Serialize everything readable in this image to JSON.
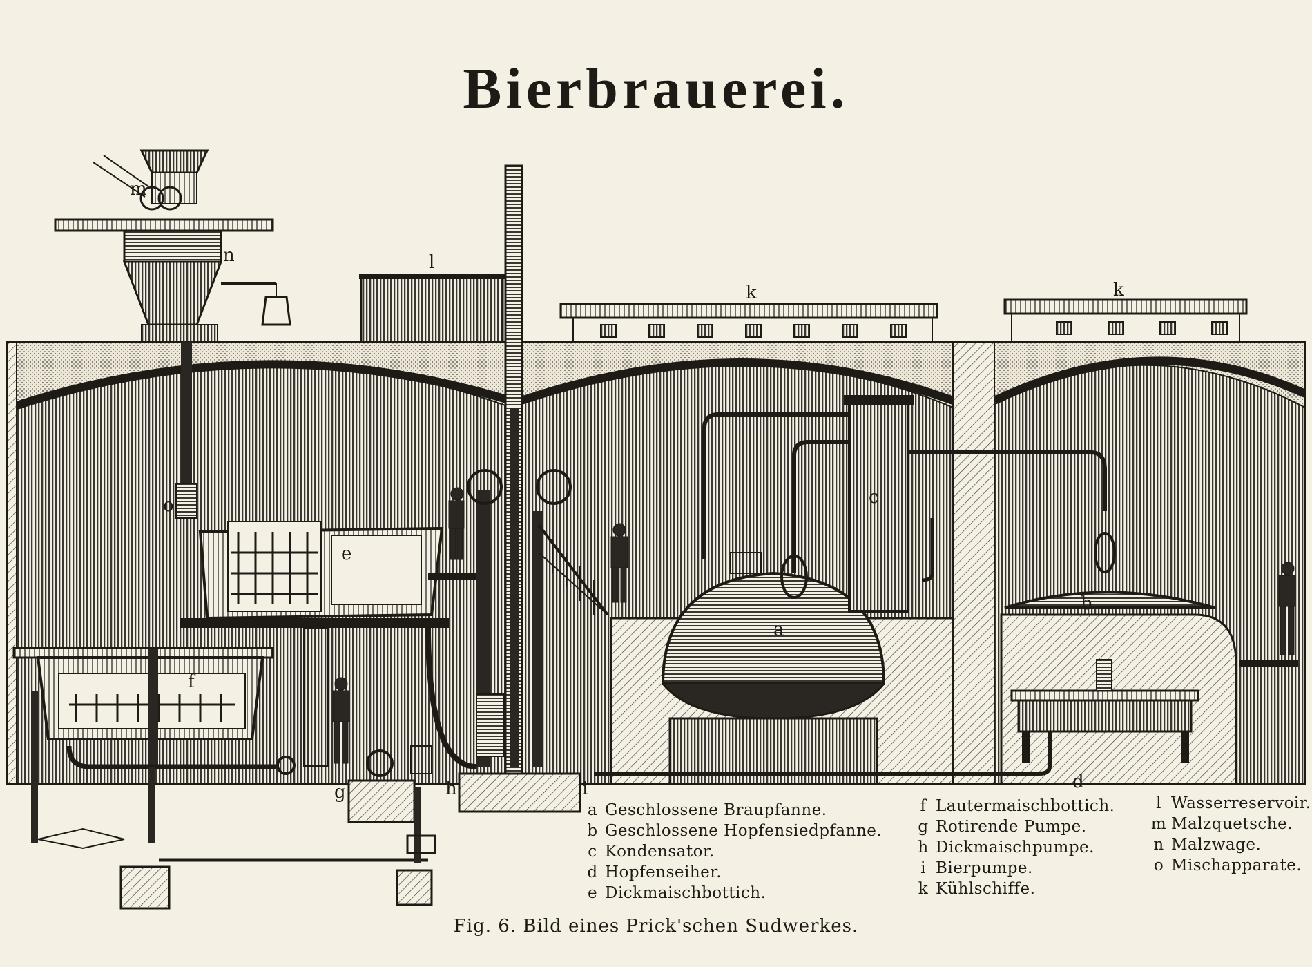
{
  "title": "Bierbrauerei.",
  "caption": "Fig. 6.   Bild eines Prick'schen Sudwerkes.",
  "diagram_labels": {
    "a": "a",
    "b": "b",
    "c": "c",
    "d": "d",
    "e": "e",
    "f": "f",
    "g": "g",
    "h": "h",
    "i": "i",
    "k1": "k",
    "k2": "k",
    "l": "l",
    "m": "m",
    "n": "n",
    "o": "o"
  },
  "legend": {
    "col1": [
      {
        "key": "a",
        "text": "Geschlossene Braupfanne."
      },
      {
        "key": "b",
        "text": "Geschlossene Hopfensiedpfanne."
      },
      {
        "key": "c",
        "text": "Kondensator."
      },
      {
        "key": "d",
        "text": "Hopfenseiher."
      },
      {
        "key": "e",
        "text": "Dickmaischbottich."
      }
    ],
    "col2": [
      {
        "key": "f",
        "text": "Lautermaischbottich."
      },
      {
        "key": "g",
        "text": "Rotirende Pumpe."
      },
      {
        "key": "h",
        "text": "Dickmaischpumpe."
      },
      {
        "key": "i",
        "text": "Bierpumpe."
      },
      {
        "key": "k",
        "text": "Kühlschiffe."
      }
    ],
    "col3": [
      {
        "key": "l",
        "text": "Wasserreservoir."
      },
      {
        "key": "m",
        "text": "Malzquetsche."
      },
      {
        "key": "n",
        "text": "Malzwage."
      },
      {
        "key": "o",
        "text": "Mischapparate."
      }
    ]
  },
  "colors": {
    "paper": "#f4f1e4",
    "ink": "#1e1b17",
    "hatch_fill": "#8c8780",
    "light_fill": "#d9d4c6"
  }
}
